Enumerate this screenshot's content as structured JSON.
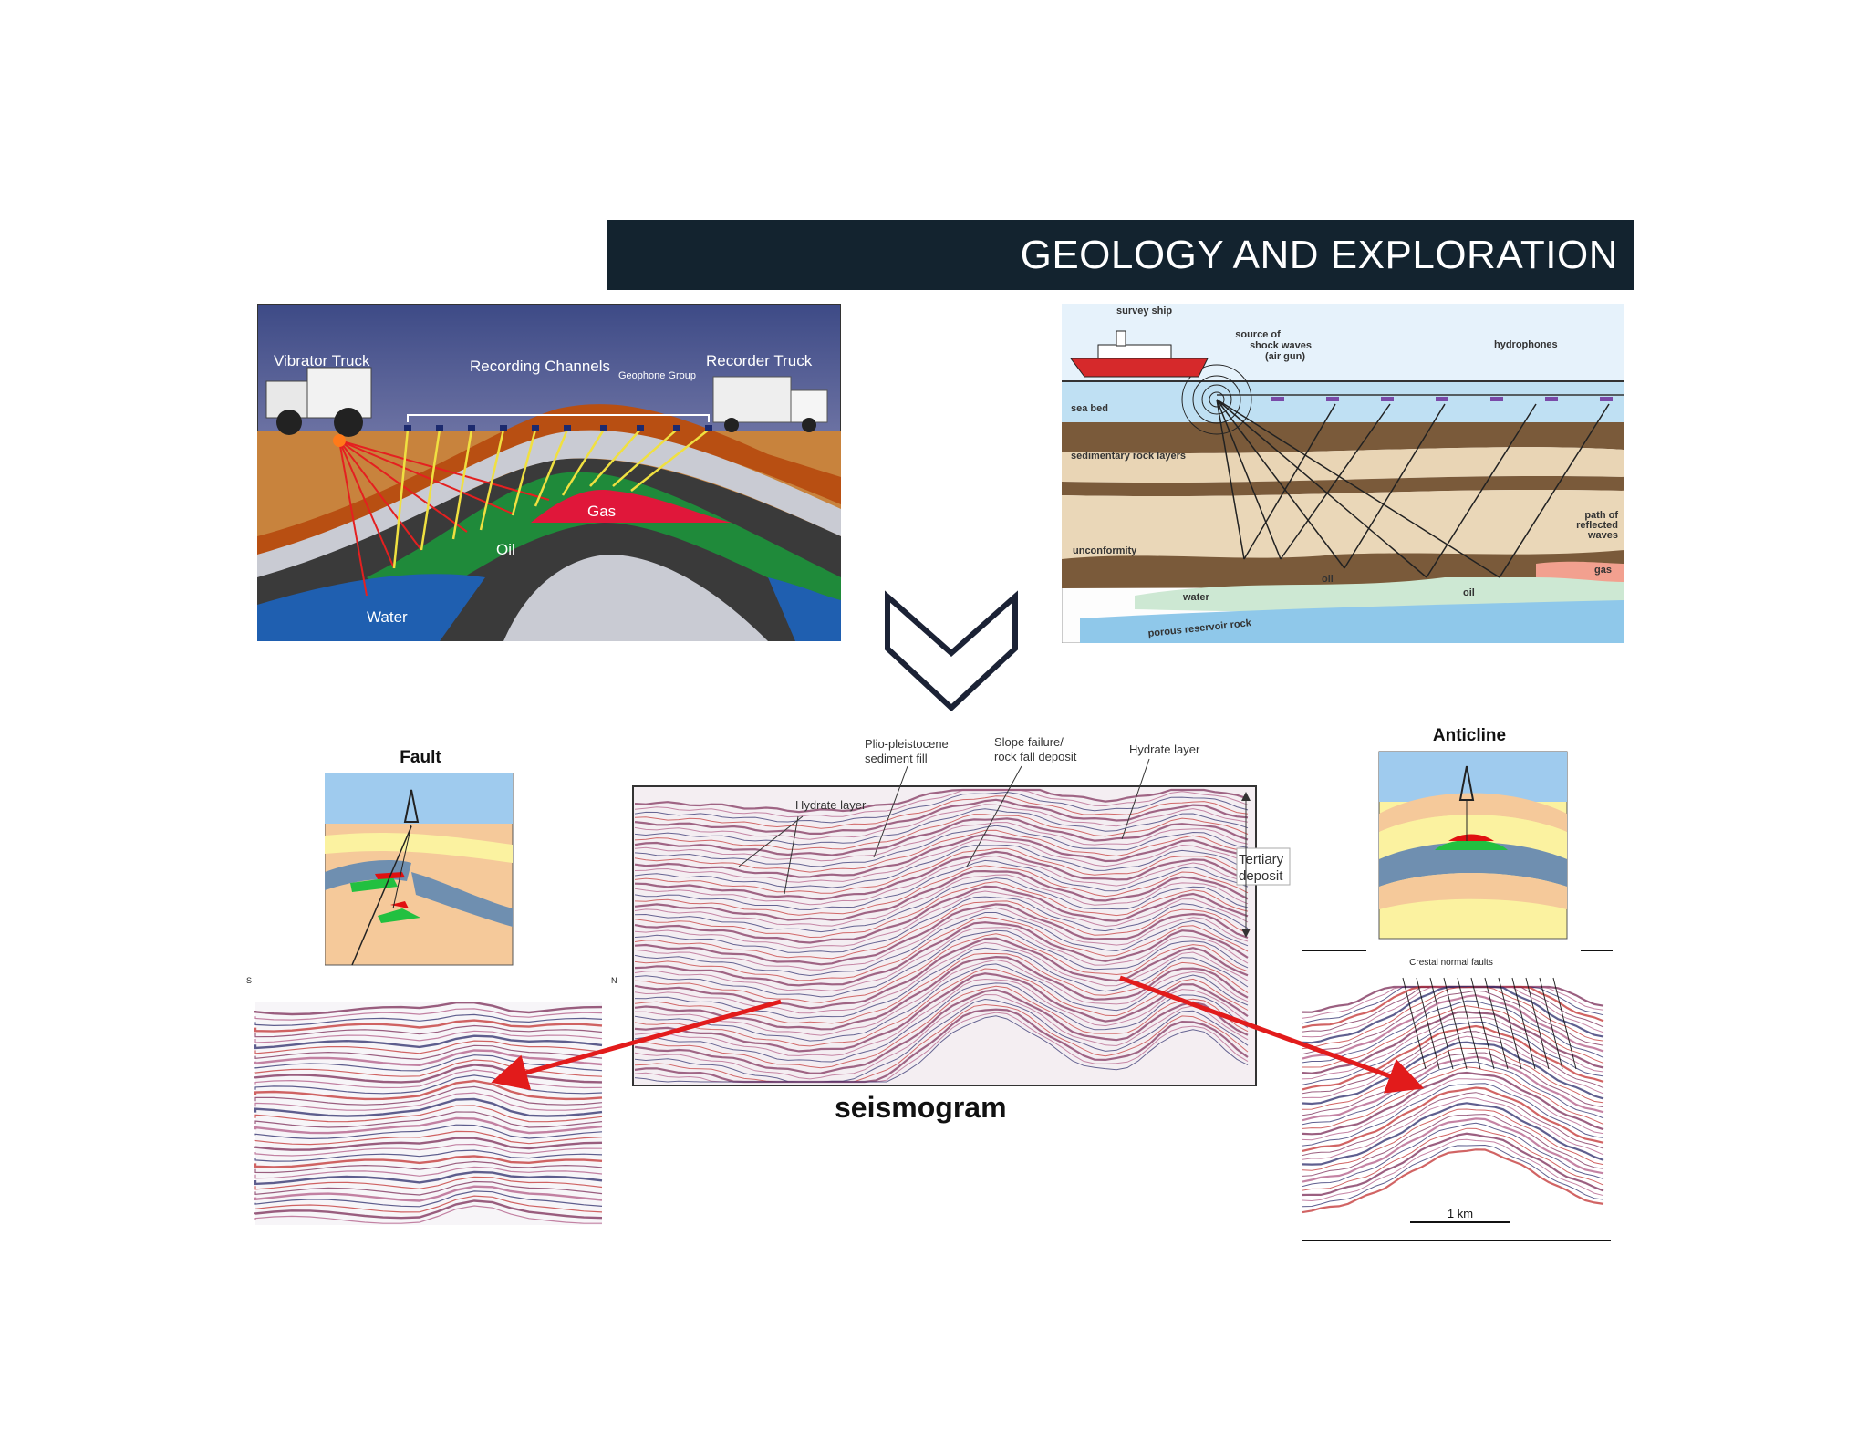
{
  "title": "GEOLOGY AND EXPLORATION",
  "land_survey": {
    "vibrator_truck": "Vibrator Truck",
    "recording_channels": "Recording Channels",
    "geophone_group": "Geophone Group",
    "recorder_truck": "Recorder Truck",
    "gas": "Gas",
    "oil": "Oil",
    "water": "Water"
  },
  "marine_survey": {
    "survey_ship": "survey ship",
    "source": [
      "source of",
      "shock waves",
      "(air gun)"
    ],
    "hydrophones": "hydrophones",
    "sea_bed": "sea bed",
    "sedimentary": "sedimentary rock layers",
    "path": [
      "path of",
      "reflected",
      "waves"
    ],
    "unconformity": "unconformity",
    "oil1": "oil",
    "oil2": "oil",
    "gas": "gas",
    "water": "water",
    "porous": "porous reservoir rock"
  },
  "fault": {
    "title": "Fault",
    "s": "S",
    "n": "N"
  },
  "anticline": {
    "title": "Anticline",
    "crestal": "Crestal normal faults",
    "scale": "1 km"
  },
  "seismic_center": {
    "plio": [
      "Plio-pleistocene",
      "sediment fill"
    ],
    "slope": [
      "Slope failure/",
      "rock fall deposit"
    ],
    "hydrate_top": "Hydrate layer",
    "hydrate_left": "Hydrate layer",
    "tertiary": [
      "Tertiary",
      "deposit"
    ]
  },
  "seismogram_label": "seismogram",
  "colors": {
    "title_bg": "#13232f",
    "arrow": "#e21b1b",
    "chevron": "#1b2235"
  }
}
